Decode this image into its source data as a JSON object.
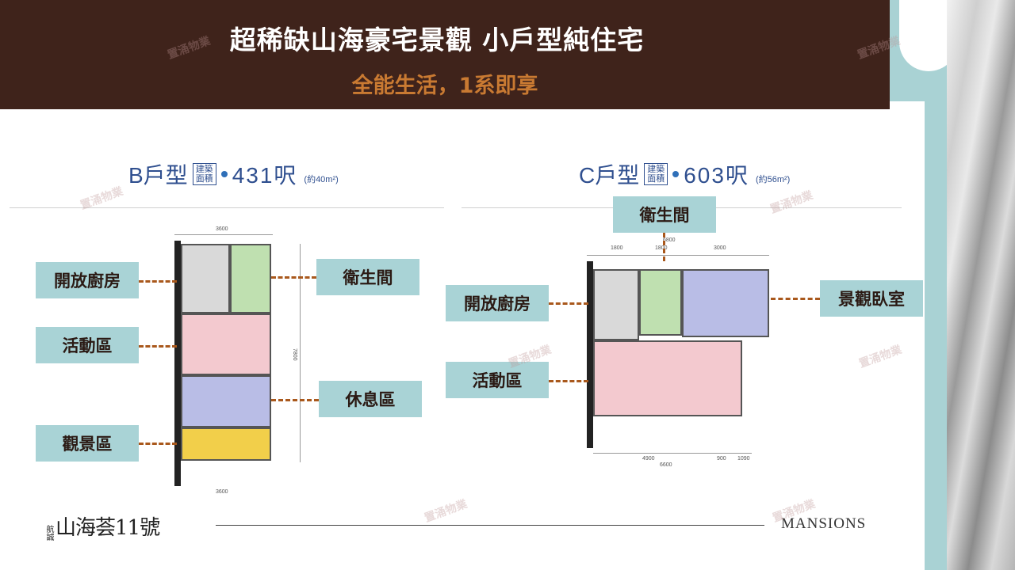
{
  "header": {
    "title": "超稀缺山海豪宅景觀  小戶型純住宅",
    "subtitle": "全能生活，1系即享"
  },
  "plan_b": {
    "name": "B戶型",
    "badge": "建築\n面積",
    "size": "431呎",
    "note": "(約40m²)",
    "labels": {
      "kitchen": "開放廚房",
      "activity": "活動區",
      "view": "觀景區",
      "bathroom": "衛生間",
      "rest": "休息區"
    },
    "dims": {
      "top": "3600",
      "bottom": "3600",
      "total": "7800"
    },
    "room_colors": {
      "bathroom": "#bfe0b0",
      "activity": "#f3c9cf",
      "rest": "#b9bde6",
      "view": "#f2cf4a",
      "kitchen": "#d9d9d9"
    }
  },
  "plan_c": {
    "name": "C戶型",
    "badge": "建築\n面積",
    "size": "603呎",
    "note": "(約56m²)",
    "labels": {
      "bathroom": "衛生間",
      "kitchen": "開放廚房",
      "activity": "活動區",
      "bedroom": "景觀臥室"
    },
    "dims": {
      "top": "6800",
      "t1": "1800",
      "t2": "1800",
      "t3": "3000",
      "bottom": "6600",
      "b1": "4900",
      "b2": "900",
      "b3": "1090"
    },
    "room_colors": {
      "bathroom": "#bfe0b0",
      "bedroom": "#b9bde6",
      "activity": "#f3c9cf",
      "kitchen": "#d9d9d9"
    }
  },
  "footer": {
    "logo_small": "航誠",
    "logo_big": "山海荟11號",
    "brand": "MANSIONS"
  },
  "watermark": "置涌物業",
  "colors": {
    "header_bg": "#3f231b",
    "subtitle": "#c97a32",
    "label_bg": "#a9d3d6",
    "connector": "#a9581c",
    "plan_title": "#2f4f8f"
  }
}
